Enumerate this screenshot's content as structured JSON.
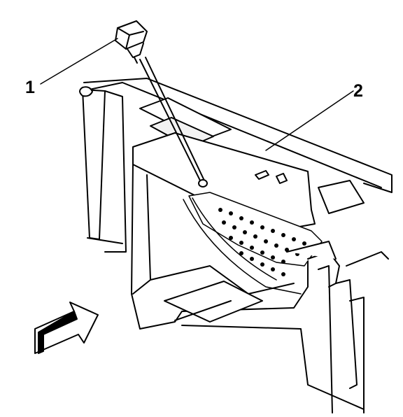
{
  "diagram": {
    "callouts": [
      {
        "id": "1",
        "label": "1"
      },
      {
        "id": "2",
        "label": "2"
      }
    ],
    "colors": {
      "line": "#000000",
      "background": "#ffffff",
      "shade": "#d9d9d9",
      "dark": "#8a8a8a"
    }
  }
}
